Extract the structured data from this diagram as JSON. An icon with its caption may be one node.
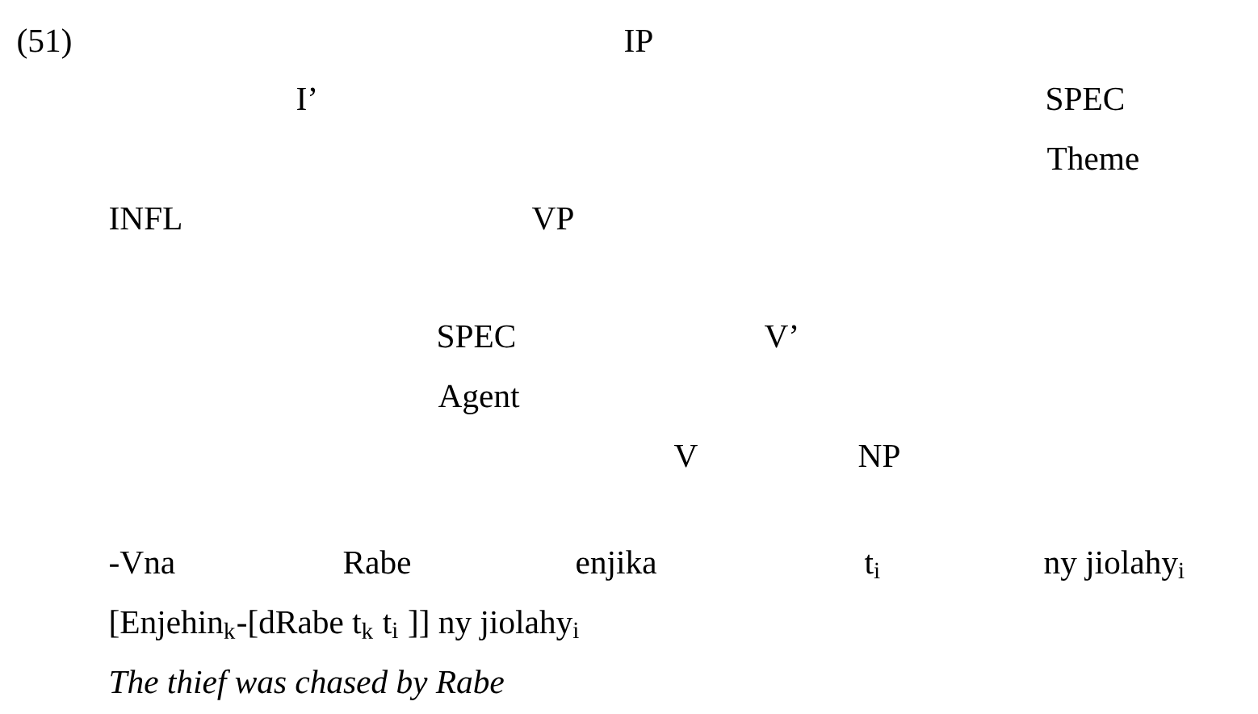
{
  "diagram": {
    "labels": [
      "(51)",
      "IP",
      "I’",
      "SPEC",
      "Theme",
      "INFL",
      "VP",
      "SPEC",
      "V’",
      "Agent",
      "V",
      "NP",
      "-Vna",
      "Rabe",
      "enjika",
      "t$_{i}$",
      "ny jiolahy$_{i}$",
      "[Enjehin$_{k}$-[dRabe t$_{k}$ t$_{i}$ ]] ny jiolahy$_{i}$",
      "The thief was chased by Rabe"
    ]
  }
}
